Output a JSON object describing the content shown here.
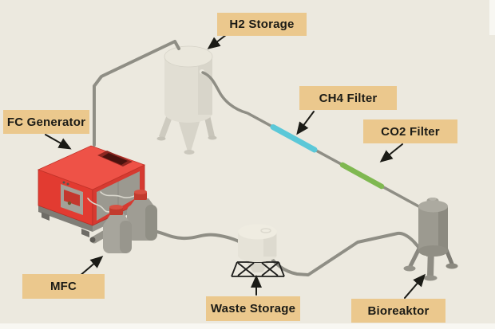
{
  "diagram_type": "isometric process flow diagram",
  "colors": {
    "background": "#ECE9DF",
    "label_bg": "#EBC88D",
    "label_text": "#1B1B16",
    "pipe": "#8F8E85",
    "ch4_filter": "#5BC8D8",
    "co2_filter": "#7FB850",
    "generator_red": "#E23B31",
    "tank_body": "#E1DED3",
    "metal_gray": "#9C9A90",
    "cap_red": "#C23B2E"
  },
  "labels": [
    {
      "id": "h2-storage",
      "text": "H2 Storage"
    },
    {
      "id": "fc-generator",
      "text": "FC Generator"
    },
    {
      "id": "ch4-filter",
      "text": "CH4 Filter"
    },
    {
      "id": "co2-filter",
      "text": "CO2 Filter"
    },
    {
      "id": "mfc",
      "text": "MFC"
    },
    {
      "id": "waste-storage",
      "text": "Waste Storage"
    },
    {
      "id": "bioreaktor",
      "text": "Bioreaktor"
    }
  ],
  "equipment": [
    {
      "id": "h2-storage-tank",
      "label": "H2 Storage"
    },
    {
      "id": "fc-generator-unit",
      "label": "FC Generator"
    },
    {
      "id": "mfc-bottles",
      "label": "MFC"
    },
    {
      "id": "waste-storage-tank",
      "label": "Waste Storage"
    },
    {
      "id": "bioreactor-vessel",
      "label": "Bioreaktor"
    },
    {
      "id": "ch4-filter-segment",
      "label": "CH4 Filter"
    },
    {
      "id": "co2-filter-segment",
      "label": "CO2 Filter"
    }
  ],
  "connections": [
    {
      "from": "fc-generator-unit",
      "to": "h2-storage-tank"
    },
    {
      "from": "h2-storage-tank",
      "to": "bioreactor-vessel",
      "through": [
        "ch4-filter-segment",
        "co2-filter-segment"
      ]
    },
    {
      "from": "fc-generator-unit",
      "to": "mfc-bottles"
    },
    {
      "from": "mfc-bottles",
      "to": "waste-storage-tank"
    },
    {
      "from": "waste-storage-tank",
      "to": "bioreactor-vessel"
    }
  ]
}
